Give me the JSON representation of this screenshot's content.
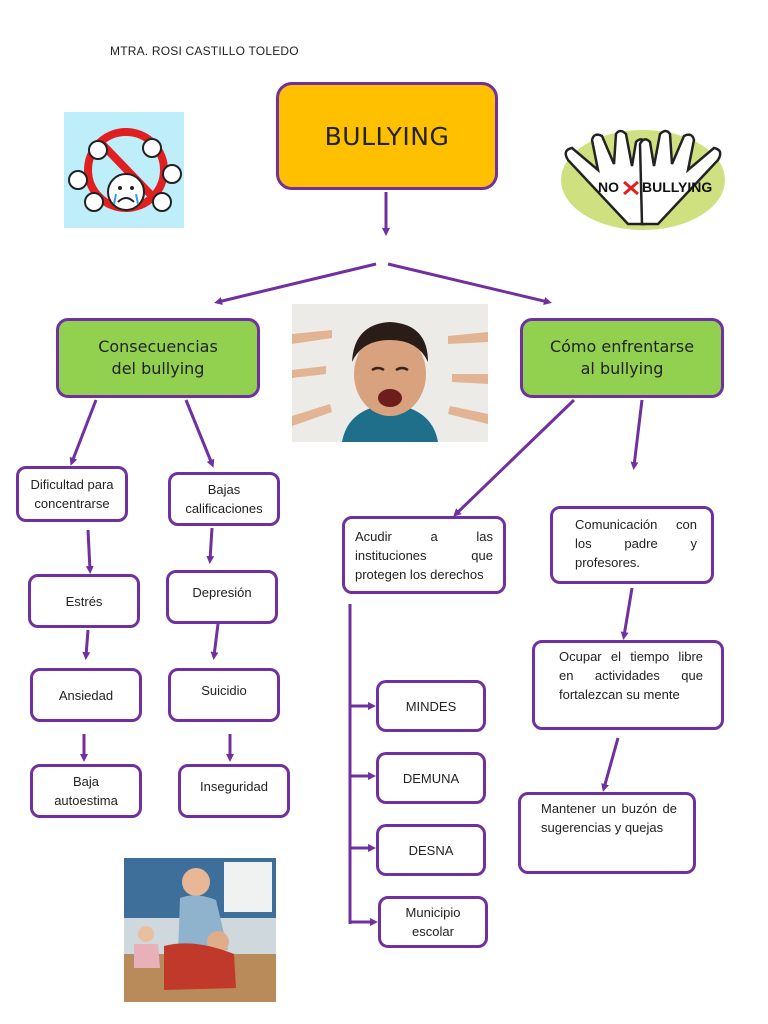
{
  "author": "MTRA. ROSI CASTILLO TOLEDO",
  "title": "BULLYING",
  "branches": {
    "consecuencias": "Consecuencias del bullying",
    "enfrentarse": "Cómo enfrentarse al bullying"
  },
  "consecuencias": {
    "col1": [
      "Dificultad para concentrarse",
      "Estrés",
      "Ansiedad",
      "Baja autoestima"
    ],
    "col2": [
      "Bajas calificaciones",
      "Depresión",
      "Suicidio",
      "Inseguridad"
    ]
  },
  "enfrentarse": {
    "instituciones": "Acudir a las instituciones que protegen los derechos",
    "lista": [
      "MINDES",
      "DEMUNA",
      "DESNA",
      "Municipio escolar"
    ],
    "acciones": [
      "Comunicación con los padre y profesores.",
      "Ocupar el tiempo libre en actividades que fortalezcan su mente",
      "Mantener un buzón de sugerencias y quejas"
    ]
  },
  "logo_text": {
    "no": "NO",
    "bullying": "BULLYING"
  },
  "colors": {
    "border": "#7030a0",
    "title_fill": "#ffc000",
    "branch_fill": "#92d050"
  }
}
